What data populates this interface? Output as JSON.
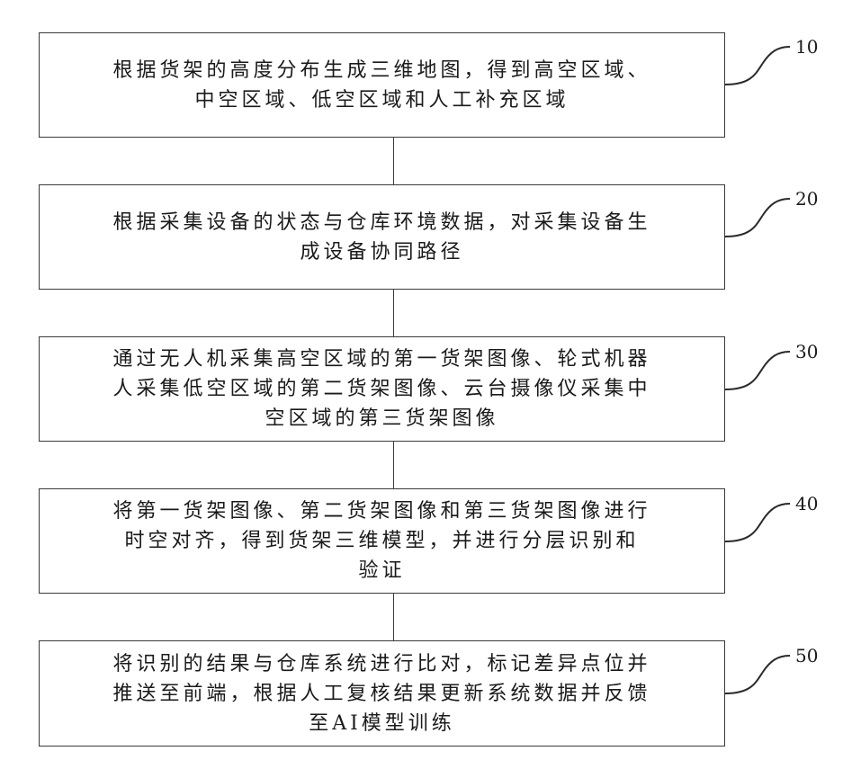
{
  "steps": [
    {
      "text": "根据货架的高度分布生成三维地图，得到高空区域、\n中空区域、低空区域和人工补充区域",
      "ref": "10"
    },
    {
      "text": "根据采集设备的状态与仓库环境数据，对采集设备生\n成设备协同路径",
      "ref": "20"
    },
    {
      "text": "通过无人机采集高空区域的第一货架图像、轮式机器\n人采集低空区域的第二货架图像、云台摄像仪采集中\n空区域的第三货架图像",
      "ref": "30"
    },
    {
      "text": "将第一货架图像、第二货架图像和第三货架图像进行\n时空对齐，得到货架三维模型，并进行分层识别和\n验证",
      "ref": "40"
    },
    {
      "text": "将识别的结果与仓库系统进行比对，标记差异点位并\n推送至前端，根据人工复核结果更新系统数据并反馈\n至AI模型训练",
      "ref": "50"
    }
  ]
}
